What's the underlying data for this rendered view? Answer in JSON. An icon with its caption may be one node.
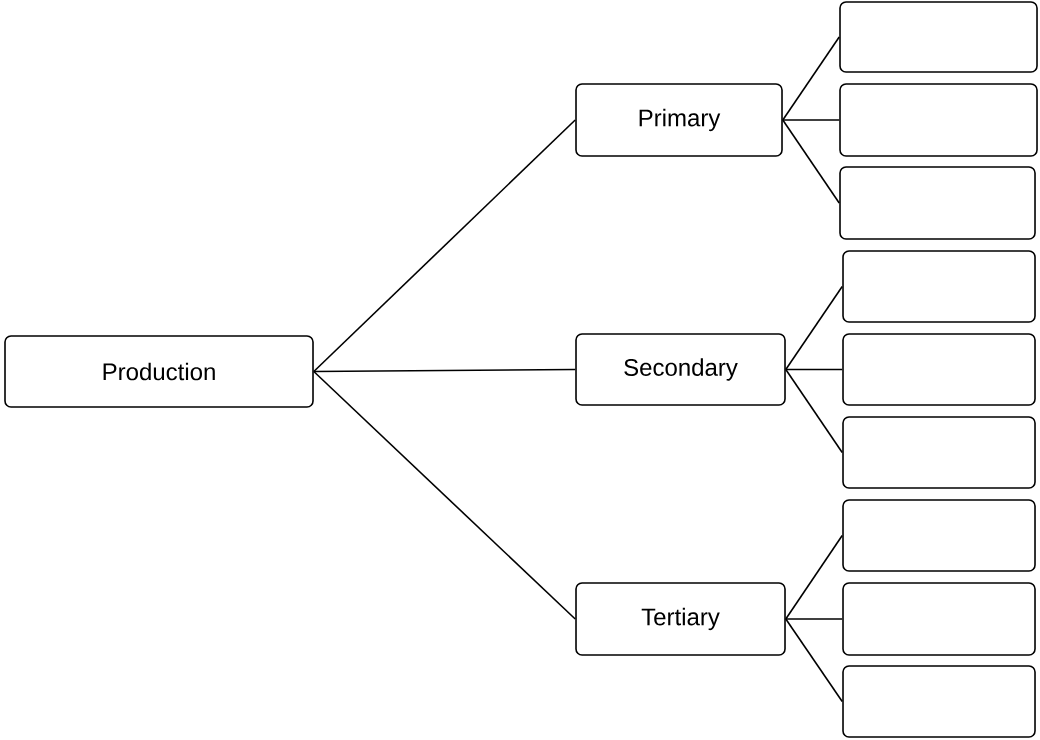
{
  "diagram": {
    "nodes": [
      {
        "text": [
          "Production"
        ]
      },
      {
        "text": [
          "Primary"
        ]
      },
      {
        "text": [],
        "shape": "box"
      },
      {
        "text": [],
        "shape": "box"
      },
      {
        "text": [],
        "shape": "box"
      },
      {
        "text": [
          "Secondary"
        ]
      },
      {
        "text": [],
        "shape": "box"
      },
      {
        "text": [],
        "shape": "box"
      },
      {
        "text": [],
        "shape": "box"
      },
      {
        "text": [
          "Tertiary"
        ]
      },
      {
        "text": [],
        "shape": "box"
      },
      {
        "text": [],
        "shape": "box"
      },
      {
        "text": [],
        "shape": "box"
      }
    ],
    "edges": [
      {
        "from": 0,
        "to": 1,
        "arrow": "none"
      },
      {
        "from": 0,
        "to": 5,
        "arrow": "none"
      },
      {
        "from": 0,
        "to": 9,
        "arrow": "none"
      },
      {
        "from": 1,
        "to": 2,
        "arrow": "none"
      },
      {
        "from": 1,
        "to": 3,
        "arrow": "none"
      },
      {
        "from": 1,
        "to": 4,
        "arrow": "none"
      },
      {
        "from": 5,
        "to": 6,
        "arrow": "none"
      },
      {
        "from": 5,
        "to": 7,
        "arrow": "none"
      },
      {
        "from": 5,
        "to": 8,
        "arrow": "none"
      },
      {
        "from": 9,
        "to": 10,
        "arrow": "none"
      },
      {
        "from": 9,
        "to": 11,
        "arrow": "none"
      },
      {
        "from": 9,
        "to": 12,
        "arrow": "none"
      }
    ]
  }
}
